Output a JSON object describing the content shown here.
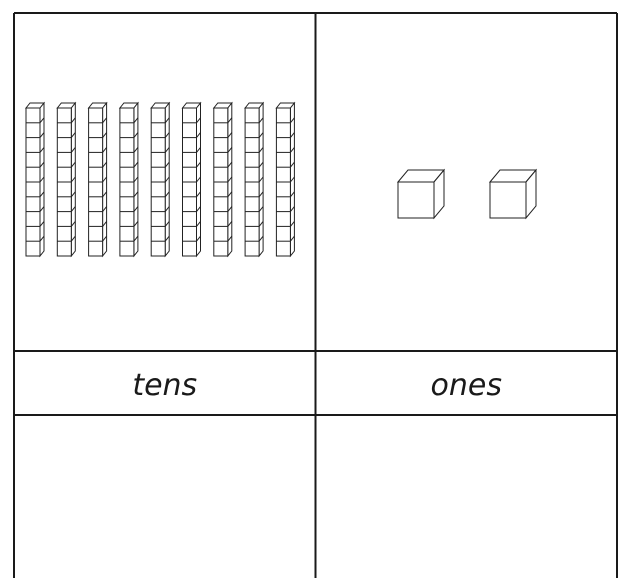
{
  "place_value_chart": {
    "columns": [
      {
        "label": "tens",
        "count": 9,
        "block": "ten-rod"
      },
      {
        "label": "ones",
        "count": 2,
        "block": "unit-cube"
      }
    ],
    "answer_row": [
      "",
      ""
    ]
  }
}
